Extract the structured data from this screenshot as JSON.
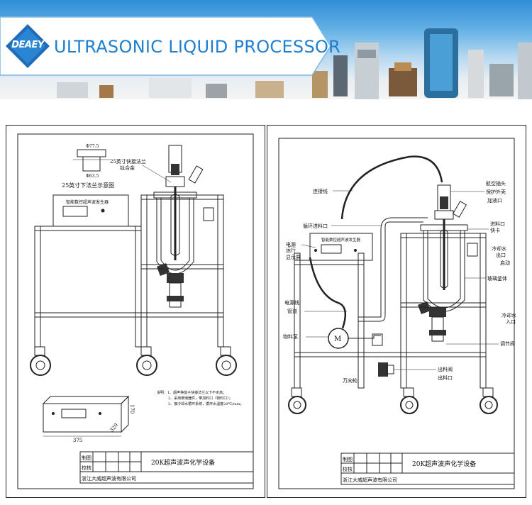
{
  "banner": {
    "logo_text": "DEAEY",
    "title": "ULTRASONIC LIQUID PROCESSOR",
    "accent_color": "#1f7fd0"
  },
  "left_panel": {
    "flange_dims": {
      "top": "Φ77.5",
      "bottom": "Φ63.5"
    },
    "flange_caption": "25英寸下法兰示意图",
    "flange_label_1": "25英寸快接法兰",
    "flange_label_2": "钛合金",
    "generator_label": "智能数控超声波发生器",
    "notes": [
      "说明：1、超声换能子快接法兰以下不定高；",
      "2、采用玻璃器件，带加料口（物料口）；",
      "3、接冷却水循环系统，循环水温度20℃/min；"
    ],
    "dims": {
      "width": "375",
      "depth": "320",
      "height": "170"
    },
    "title_block": {
      "row1": "制图",
      "row2": "校核",
      "title": "20K超声波声化学设备",
      "company": "浙江大威超声波有限公司"
    }
  },
  "right_panel": {
    "generator_label": "智能数控超声波发生器",
    "labels_left": [
      "连接线",
      "循环进料口",
      "电源",
      "运行",
      "显示屏",
      "电源线",
      "管道",
      "物料泵",
      "万向轮"
    ],
    "labels_right": [
      "航空插头",
      "保护外壳",
      "加液口",
      "进料口",
      "快卡",
      "冷却水",
      "出口",
      "启动",
      "玻璃釜体",
      "冷却水",
      "入口",
      "调节阀",
      "出料阀",
      "出料口"
    ],
    "title_block": {
      "row1": "制图",
      "row2": "校核",
      "title": "20K超声波声化学设备",
      "company": "浙江大威超声波有限公司"
    }
  }
}
